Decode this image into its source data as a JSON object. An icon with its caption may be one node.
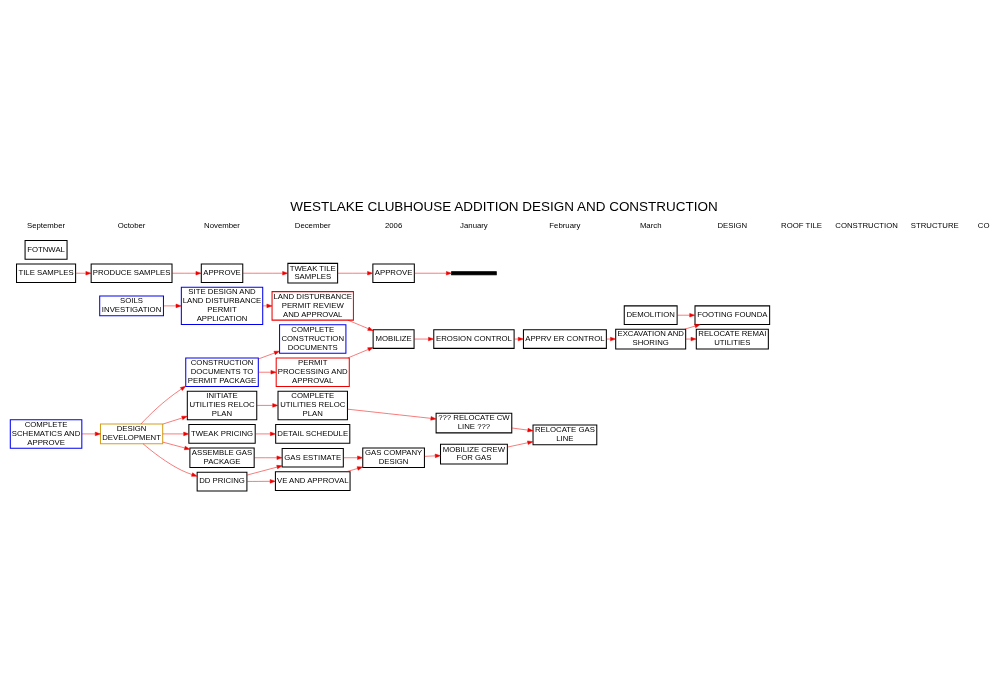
{
  "diagram": {
    "title": "WESTLAKE CLUBHOUSE ADDITION DESIGN AND CONSTRUCTION",
    "nodes": [
      {
        "text": [
          "COMPLETE SCHEMATICS AND APPROVE"
        ]
      },
      {
        "text": [
          "DESIGN DEVELOPMENT"
        ]
      },
      {
        "text": [
          "CONSTRUCTION DOCUMENTS TO PERMIT PACKAGE"
        ]
      },
      {
        "text": [
          "COMPLETE CONSTRUCTION DOCUMENTS"
        ]
      },
      {
        "text": [
          "PERMIT PROCESSING AND APPROVAL"
        ]
      },
      {
        "text": [
          "ASSEMBLE GAS PACKAGE"
        ]
      },
      {
        "text": [
          "GAS ESTIMATE"
        ]
      },
      {
        "text": [
          "TWEAK PRICING"
        ]
      },
      {
        "text": [
          "DD PRICING"
        ]
      },
      {
        "text": [
          "DETAIL SCHEDULE"
        ]
      },
      {
        "text": [
          "VE AND APPROVAL"
        ]
      },
      {
        "text": [
          "INITIATE UTILITIES RELOC PLAN"
        ]
      },
      {
        "text": [
          "GAS COMPANY DESIGN"
        ]
      },
      {
        "text": [
          "MOBILIZE CREW FOR GAS"
        ]
      },
      {
        "text": [
          "RELOCATE GAS LINE"
        ]
      },
      {
        "text": [
          "COMPLETE UTILITIES RELOC PLAN"
        ]
      },
      {
        "text": [
          "??? RELOCATE CW LINE ???"
        ]
      },
      {
        "text": [
          "SOILS INVESTIGATION"
        ]
      },
      {
        "text": [
          "SITE DESIGN AND LAND DISTURBANCE PERMIT APPLICATION"
        ]
      },
      {
        "text": [
          "LAND DISTURBANCE PERMIT REVIEW AND APPROVAL"
        ]
      },
      {
        "text": [
          "TILE SAMPLES"
        ]
      },
      {
        "text": [
          "PRODUCE SAMPLES"
        ]
      },
      {
        "text": [
          "APPROVE"
        ]
      },
      {
        "text": [
          "TWEAK TILE SAMPLES"
        ]
      },
      {
        "text": [
          "APPROVE"
        ]
      },
      {
        "text": [],
        "shape": "bar"
      },
      {
        "text": [
          "DEMOLITION"
        ]
      },
      {
        "text": [
          "FOTNWAL"
        ]
      },
      {
        "text": [
          "FOOTING FOUNDA"
        ]
      },
      {
        "text": [
          "MOBILIZE"
        ]
      },
      {
        "text": [
          "APPRV ER CONTROL"
        ]
      },
      {
        "text": [
          "EROSION CONTROL"
        ]
      },
      {
        "text": [
          "EXCAVATION AND SHORING"
        ]
      },
      {
        "text": [
          "RELOCATE REMAI UTILITIES"
        ]
      }
    ],
    "edges": [
      {
        "from": 0,
        "to": 1,
        "arrow": "to"
      },
      {
        "from": 1,
        "to": 2,
        "arrow": "to"
      },
      {
        "from": 1,
        "to": 5,
        "arrow": "to"
      },
      {
        "from": 1,
        "to": 7,
        "arrow": "to"
      },
      {
        "from": 1,
        "to": 11,
        "arrow": "to"
      },
      {
        "from": 1,
        "to": 8,
        "arrow": "to"
      },
      {
        "from": 7,
        "to": 9,
        "arrow": "to"
      },
      {
        "from": 5,
        "to": 6,
        "arrow": "to"
      },
      {
        "from": 8,
        "to": 6,
        "arrow": "to"
      },
      {
        "from": 8,
        "to": 10,
        "arrow": "to"
      },
      {
        "from": 6,
        "to": 12,
        "arrow": "to"
      },
      {
        "from": 10,
        "to": 12,
        "arrow": "to"
      },
      {
        "from": 2,
        "to": 3,
        "arrow": "to"
      },
      {
        "from": 2,
        "to": 4,
        "arrow": "to"
      },
      {
        "from": 12,
        "to": 13,
        "arrow": "to"
      },
      {
        "from": 13,
        "to": 14,
        "arrow": "to"
      },
      {
        "from": 16,
        "to": 14,
        "arrow": "to"
      },
      {
        "from": 11,
        "to": 15,
        "arrow": "to"
      },
      {
        "from": 15,
        "to": 16,
        "arrow": "to"
      },
      {
        "from": 17,
        "to": 18,
        "arrow": "to"
      },
      {
        "from": 18,
        "to": 19,
        "arrow": "to"
      },
      {
        "from": 20,
        "to": 21,
        "arrow": "to"
      },
      {
        "from": 21,
        "to": 22,
        "arrow": "to"
      },
      {
        "from": 22,
        "to": 23,
        "arrow": "to"
      },
      {
        "from": 23,
        "to": 24,
        "arrow": "to"
      },
      {
        "from": 24,
        "to": 25,
        "arrow": "to"
      },
      {
        "from": 4,
        "to": 29,
        "arrow": "to"
      },
      {
        "from": 19,
        "to": 29,
        "arrow": "to"
      },
      {
        "from": 29,
        "to": 31,
        "arrow": "to"
      },
      {
        "from": 31,
        "to": 30,
        "arrow": "to"
      },
      {
        "from": 30,
        "to": 32,
        "arrow": "to"
      },
      {
        "from": 26,
        "to": 28,
        "arrow": "to"
      },
      {
        "from": 32,
        "to": 28,
        "arrow": "to"
      },
      {
        "from": 32,
        "to": 33,
        "arrow": "to"
      }
    ],
    "labels": [
      "September",
      "October",
      "November",
      "December",
      "2006",
      "January",
      "February",
      "March",
      "DESIGN",
      "ROOF TILE",
      "CONSTRUCTION",
      "STRUCTURE",
      "CO"
    ]
  }
}
